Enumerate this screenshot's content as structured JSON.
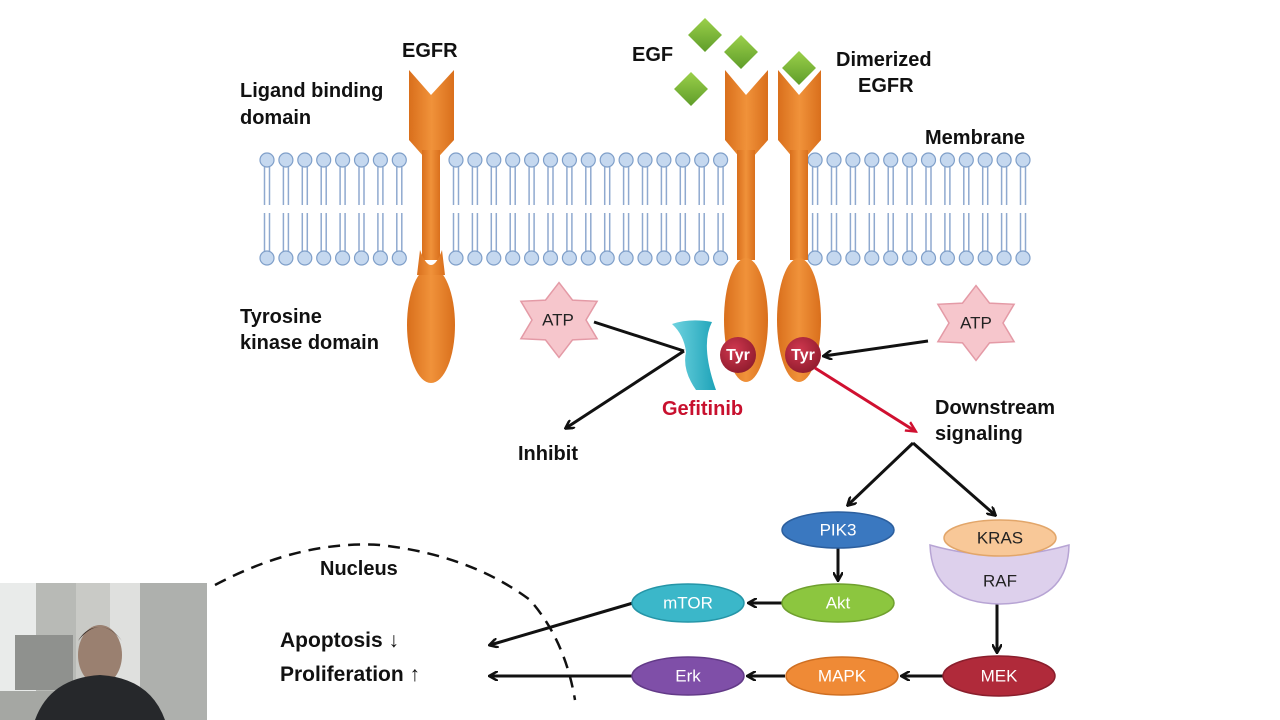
{
  "labels": {
    "egfr": "EGFR",
    "ligand_line1": "Ligand binding",
    "ligand_line2": "domain",
    "egf": "EGF",
    "dimerized_line1": "Dimerized",
    "dimerized_line2": "EGFR",
    "membrane": "Membrane",
    "tyrosine_line1": "Tyrosine",
    "tyrosine_line2": "kinase domain",
    "atp_left": "ATP",
    "atp_right": "ATP",
    "tyr_left": "Tyr",
    "tyr_right": "Tyr",
    "gefitinib": "Gefitinib",
    "inhibit": "Inhibit",
    "downstream_line1": "Downstream",
    "downstream_line2": "signaling",
    "nucleus": "Nucleus",
    "apoptosis": "Apoptosis ↓",
    "proliferation": "Proliferation ↑"
  },
  "nodes": {
    "pik3": "PIK3",
    "akt": "Akt",
    "mtor": "mTOR",
    "kras": "KRAS",
    "raf": "RAF",
    "mek": "MEK",
    "mapk": "MAPK",
    "erk": "Erk"
  },
  "colors": {
    "receptor": "#e8822a",
    "egf": "#7dbb3a",
    "membrane": "#9bb8dc",
    "atp": "#f6c6cc",
    "tyr": "#b3233a",
    "gefitinib_text": "#c8102e",
    "gefitinib_shape": "#2bb3c8",
    "pik3": "#3a78c0",
    "akt": "#8cc63f",
    "mtor": "#3bb7c9",
    "kras": "#f8c898",
    "raf": "#dcd0ec",
    "mek": "#b02a3a",
    "mapk": "#ef8a36",
    "erk": "#7f4fa8"
  },
  "webcam": {
    "description": "presenter video"
  }
}
